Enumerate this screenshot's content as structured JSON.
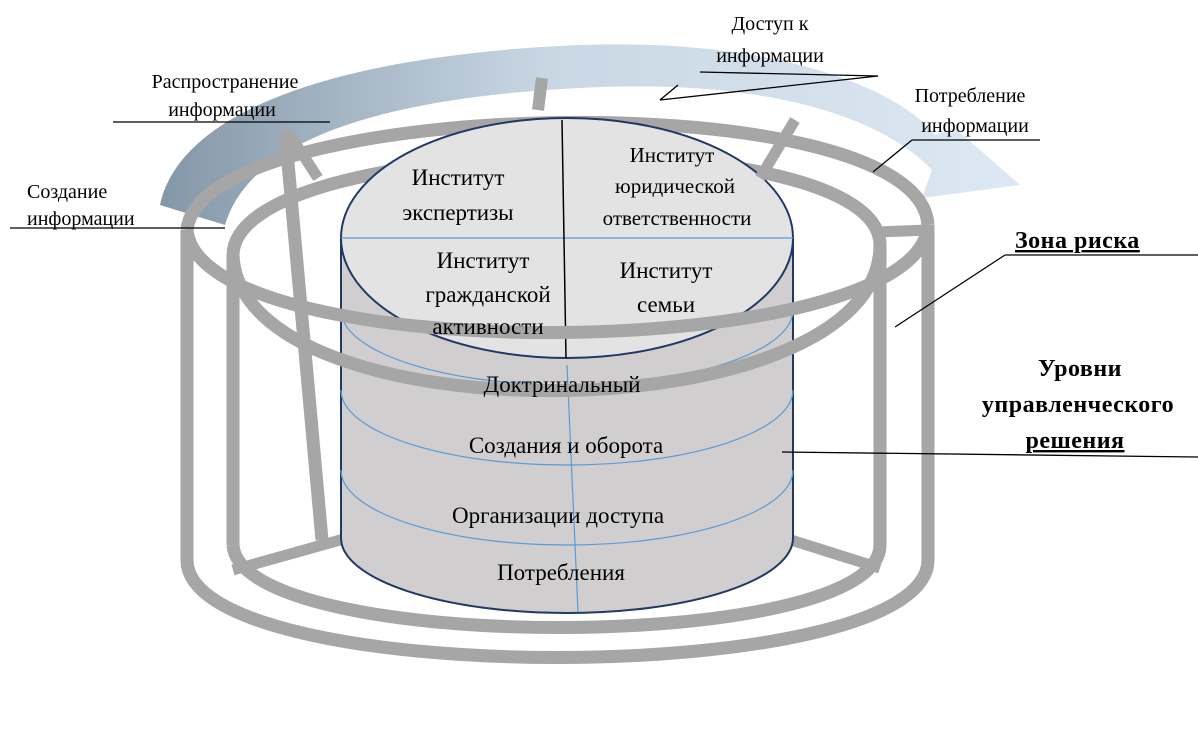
{
  "colors": {
    "frame": "#a6a6a6",
    "cylinder_top": "#e3e3e3",
    "cylinder_side": "#d0cece",
    "cylinder_edge": "#1f3864",
    "divider": "#5b9bd5",
    "arrow_light": "#dce8f3",
    "arrow_dark": "#8497a8"
  },
  "flow_labels": {
    "creation": [
      "Создание",
      "информации"
    ],
    "dissemination": [
      "Распространение",
      "информации"
    ],
    "access": [
      "Доступ к",
      "информации"
    ],
    "consumption": [
      "Потребление",
      "информации"
    ]
  },
  "institutes": {
    "expertise": [
      "Институт",
      "экспертизы"
    ],
    "legal": [
      "Институт",
      "юридической",
      "ответственности"
    ],
    "civic": [
      "Институт",
      "гражданской",
      "активности"
    ],
    "family": [
      "Институт",
      "семьи"
    ]
  },
  "levels": [
    "Доктринальный",
    "Создания и оборота",
    "Организации доступа",
    "Потребления"
  ],
  "risk_zone": "Зона риска",
  "decision_levels": [
    "Уровни",
    "управленческого",
    "решения"
  ]
}
